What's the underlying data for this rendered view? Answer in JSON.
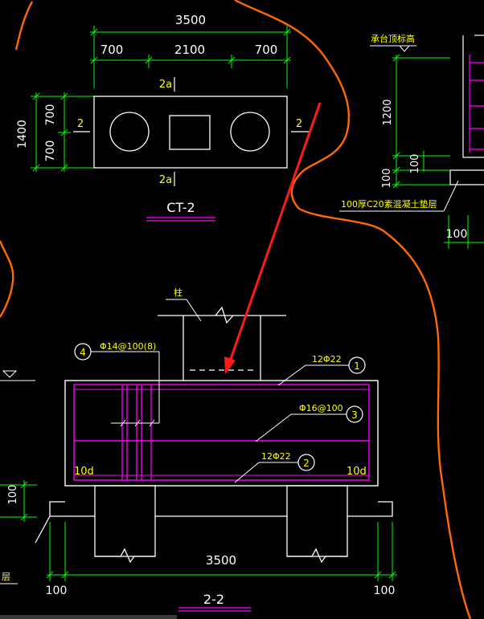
{
  "drawing": {
    "colors": {
      "background": "#000000",
      "outline": "#ffffff",
      "dimension": "#00ff00",
      "annotation": "#ffff00",
      "rebar": "#ff00ff",
      "boundary": "#ff6a00",
      "pointer": "#ff1a1a"
    },
    "plan": {
      "title": "CT-2",
      "dims": {
        "total_width": "3500",
        "left": "700",
        "middle": "2100",
        "right": "700",
        "height": "1400",
        "upper": "700",
        "lower": "700"
      },
      "section_marks": {
        "top": "2a",
        "bottom": "2a",
        "left": "2",
        "right": "2"
      }
    },
    "section": {
      "title": "2-2",
      "column_label": "柱",
      "callouts": [
        {
          "num": "1",
          "text": "12Φ22"
        },
        {
          "num": "2",
          "text": "12Φ22"
        },
        {
          "num": "3",
          "text": "Φ16@100"
        },
        {
          "num": "4",
          "text": "Φ14@100(8)"
        }
      ],
      "anchorage_left": "10d",
      "anchorage_right": "10d",
      "dims": {
        "total_width": "3500",
        "left_pad": "100",
        "right_pad": "100",
        "left_side": "100"
      },
      "left_edge_label": "层"
    },
    "detail": {
      "top_label": "承台顶标高",
      "dims": {
        "height": "1200",
        "small": "100",
        "bottom": "100",
        "pad_width": "100"
      },
      "pad_note": "100厚C20素混凝土垫层"
    }
  }
}
